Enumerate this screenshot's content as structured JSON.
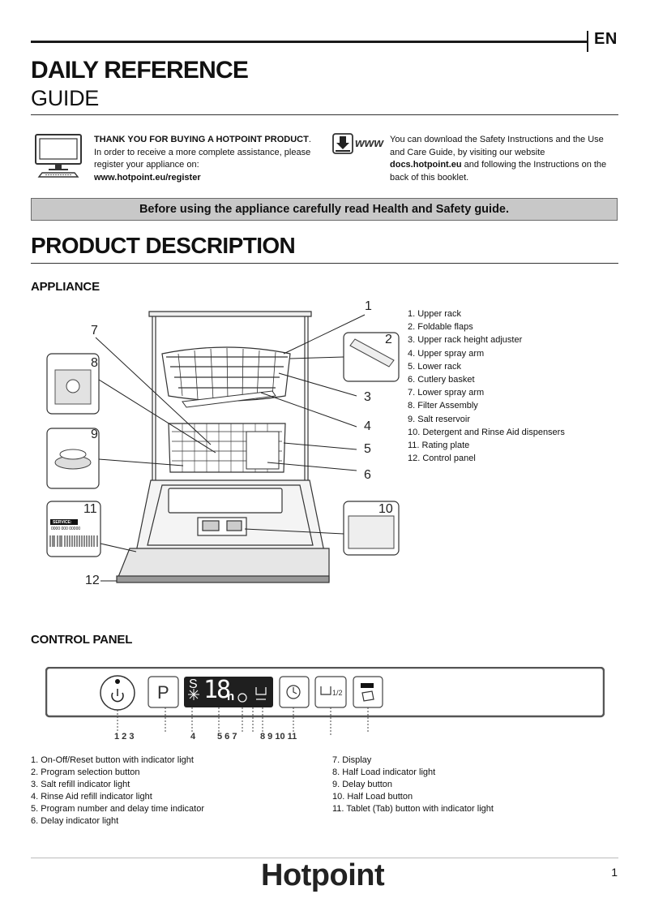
{
  "header": {
    "lang": "EN",
    "title_line1": "DAILY REFERENCE",
    "title_line2": "GUIDE"
  },
  "intro": {
    "left_line1": "THANK YOU FOR BUYING A HOTPOINT PRODUCT",
    "left_line2": "In order to receive a more complete assistance, please",
    "left_line3": "register your appliance on:",
    "left_link": "www.hotpoint.eu/register",
    "www_label": "www",
    "right_line1": "You can download the Safety Instructions and the Use",
    "right_line2": "and Care Guide, by visiting our website",
    "right_link": "docs.hotpoint.eu",
    "right_line3_rest": " and following the Instructions on the",
    "right_line4": "back of this booklet."
  },
  "banner": "Before using the appliance carefully read Health and Safety guide.",
  "product_description": {
    "title": "PRODUCT DESCRIPTION",
    "appliance_heading": "APPLIANCE",
    "appliance_items": [
      "1. Upper rack",
      "2. Foldable flaps",
      "3. Upper rack height adjuster",
      "4. Upper spray arm",
      "5. Lower rack",
      "6. Cutlery basket",
      "7. Lower spray arm",
      "8. Filter Assembly",
      "9. Salt reservoir",
      "10. Detergent and Rinse Aid dispensers",
      "11. Rating plate",
      "12. Control panel"
    ],
    "callouts": [
      "1",
      "2",
      "3",
      "4",
      "5",
      "6",
      "7",
      "8",
      "9",
      "10",
      "11",
      "12"
    ],
    "rating_plate_label": "SERVICE:",
    "rating_plate_code": "0000 000 00000"
  },
  "control_panel": {
    "heading": "CONTROL PANEL",
    "program_glyph": "P",
    "salt_glyph": "S",
    "display_digits": "18",
    "hour_glyph": "h",
    "half_load_glyph": "1/2",
    "number_groups": [
      "1 2 3",
      "4",
      "5 6 7",
      "8 9 10 11"
    ],
    "items_left": [
      "1. On-Off/Reset button with indicator light",
      "2. Program selection button",
      "3. Salt refill indicator light",
      "4. Rinse Aid refill indicator light",
      "5. Program number and delay time indicator",
      "6. Delay indicator light"
    ],
    "items_right": [
      "7. Display",
      "8. Half Load indicator light",
      "9. Delay button",
      "10. Half Load button",
      "11. Tablet (Tab) button with indicator light"
    ]
  },
  "footer": {
    "brand": "Hotpoint",
    "page": "1"
  }
}
